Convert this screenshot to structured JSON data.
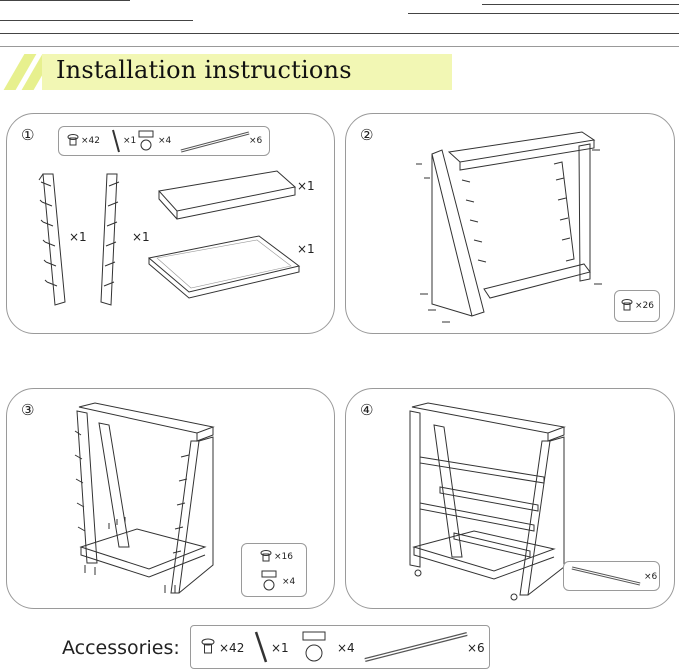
{
  "banner": {
    "title": "Installation instructions"
  },
  "steps": [
    {
      "number": "①",
      "counts": {
        "screws": "×42",
        "wrench": "×1",
        "casters": "×4",
        "rods": "×6",
        "side_left": "×1",
        "side_right": "×1",
        "top_frame": "×1",
        "bottom_frame": "×1"
      }
    },
    {
      "number": "②",
      "counts": {
        "screws": "×26"
      }
    },
    {
      "number": "③",
      "counts": {
        "screws": "×16",
        "casters": "×4"
      }
    },
    {
      "number": "④",
      "counts": {
        "rods": "×6"
      }
    }
  ],
  "accessories": {
    "label": "Accessories:",
    "screws": "×42",
    "wrench": "×1",
    "casters": "×4",
    "rods": "×6"
  }
}
